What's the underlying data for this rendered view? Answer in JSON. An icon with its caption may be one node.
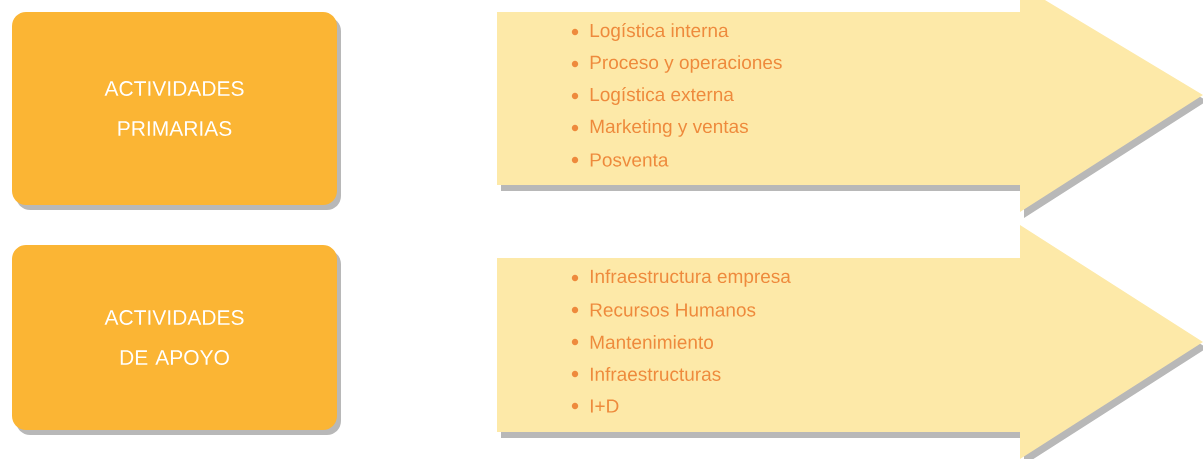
{
  "diagram": {
    "nodes": [
      {
        "text": [
          "ACTIVIDADES PRIMARIAS"
        ]
      },
      {
        "text": [
          "Logística interna",
          "Proceso y operaciones",
          "Logística externa",
          "Marketing y ventas",
          "Posventa"
        ]
      },
      {
        "text": [
          "ACTIVIDADES DE APOYO"
        ]
      },
      {
        "text": [
          "Infraestructura empresa",
          "Recursos Humanos",
          "Mantenimiento",
          "Infraestructuras",
          "I+D"
        ]
      }
    ]
  }
}
